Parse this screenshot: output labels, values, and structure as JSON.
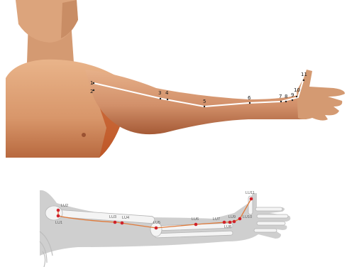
{
  "top_panel": {
    "point_labels": [
      "1",
      "2",
      "3",
      "4",
      "5",
      "6",
      "7",
      "8",
      "9",
      "10",
      "11"
    ]
  },
  "bottom_panel": {
    "point_labels": [
      "LU1",
      "LU2",
      "LU3",
      "LU4",
      "LU5",
      "LU6",
      "LU7",
      "LU8",
      "LU9",
      "LU10",
      "LU11"
    ]
  },
  "colors": {
    "skin": "#d9996c",
    "skin_shadow": "#b0603a",
    "channel_line_top": "#ffffff",
    "silhouette": "#cfcfcf",
    "bone": "#f4f4f4",
    "channel_line_bottom": "#e07a3a",
    "point_marker": "#d0202a"
  }
}
